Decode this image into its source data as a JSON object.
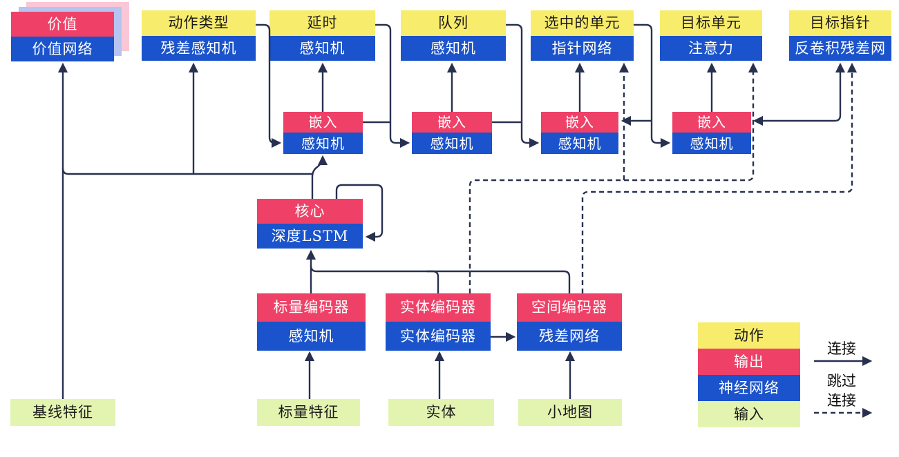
{
  "diagram": {
    "heads": [
      {
        "top": "价值",
        "bottom": "价值网络"
      },
      {
        "top": "动作类型",
        "bottom": "残差感知机"
      },
      {
        "top": "延时",
        "bottom": "感知机"
      },
      {
        "top": "队列",
        "bottom": "感知机"
      },
      {
        "top": "选中的单元",
        "bottom": "指针网络"
      },
      {
        "top": "目标单元",
        "bottom": "注意力"
      },
      {
        "top": "目标指针",
        "bottom": "反卷积残差网"
      }
    ],
    "embeds": [
      {
        "top": "嵌入",
        "bottom": "感知机"
      },
      {
        "top": "嵌入",
        "bottom": "感知机"
      },
      {
        "top": "嵌入",
        "bottom": "感知机"
      },
      {
        "top": "嵌入",
        "bottom": "感知机"
      }
    ],
    "core": {
      "top": "核心",
      "bottom": "深度LSTM"
    },
    "encoders": [
      {
        "top": "标量编码器",
        "bottom": "感知机"
      },
      {
        "top": "实体编码器",
        "bottom": "实体编码器"
      },
      {
        "top": "空间编码器",
        "bottom": "残差网络"
      }
    ],
    "inputs": [
      {
        "label": "基线特征"
      },
      {
        "label": "标量特征"
      },
      {
        "label": "实体"
      },
      {
        "label": "小地图"
      }
    ],
    "legend": {
      "rows": [
        {
          "label": "动作",
          "color": "#f8ec6c"
        },
        {
          "label": "输出",
          "color": "#ef4168"
        },
        {
          "label": "神经网络",
          "color": "#1a53cb"
        },
        {
          "label": "输入",
          "color": "#e3f4b1"
        }
      ],
      "solid_arrow_label": "连接",
      "skip_arrow_label_line1": "跳过",
      "skip_arrow_label_line2": "连接"
    },
    "colors": {
      "action_yellow": "#f8ec6c",
      "output_pink": "#ef4168",
      "network_blue": "#1a53cb",
      "input_green": "#e3f4b1",
      "line_navy": "#283050",
      "ghost_pink": "#fac7d6",
      "ghost_blue": "#b6c4f2"
    }
  }
}
